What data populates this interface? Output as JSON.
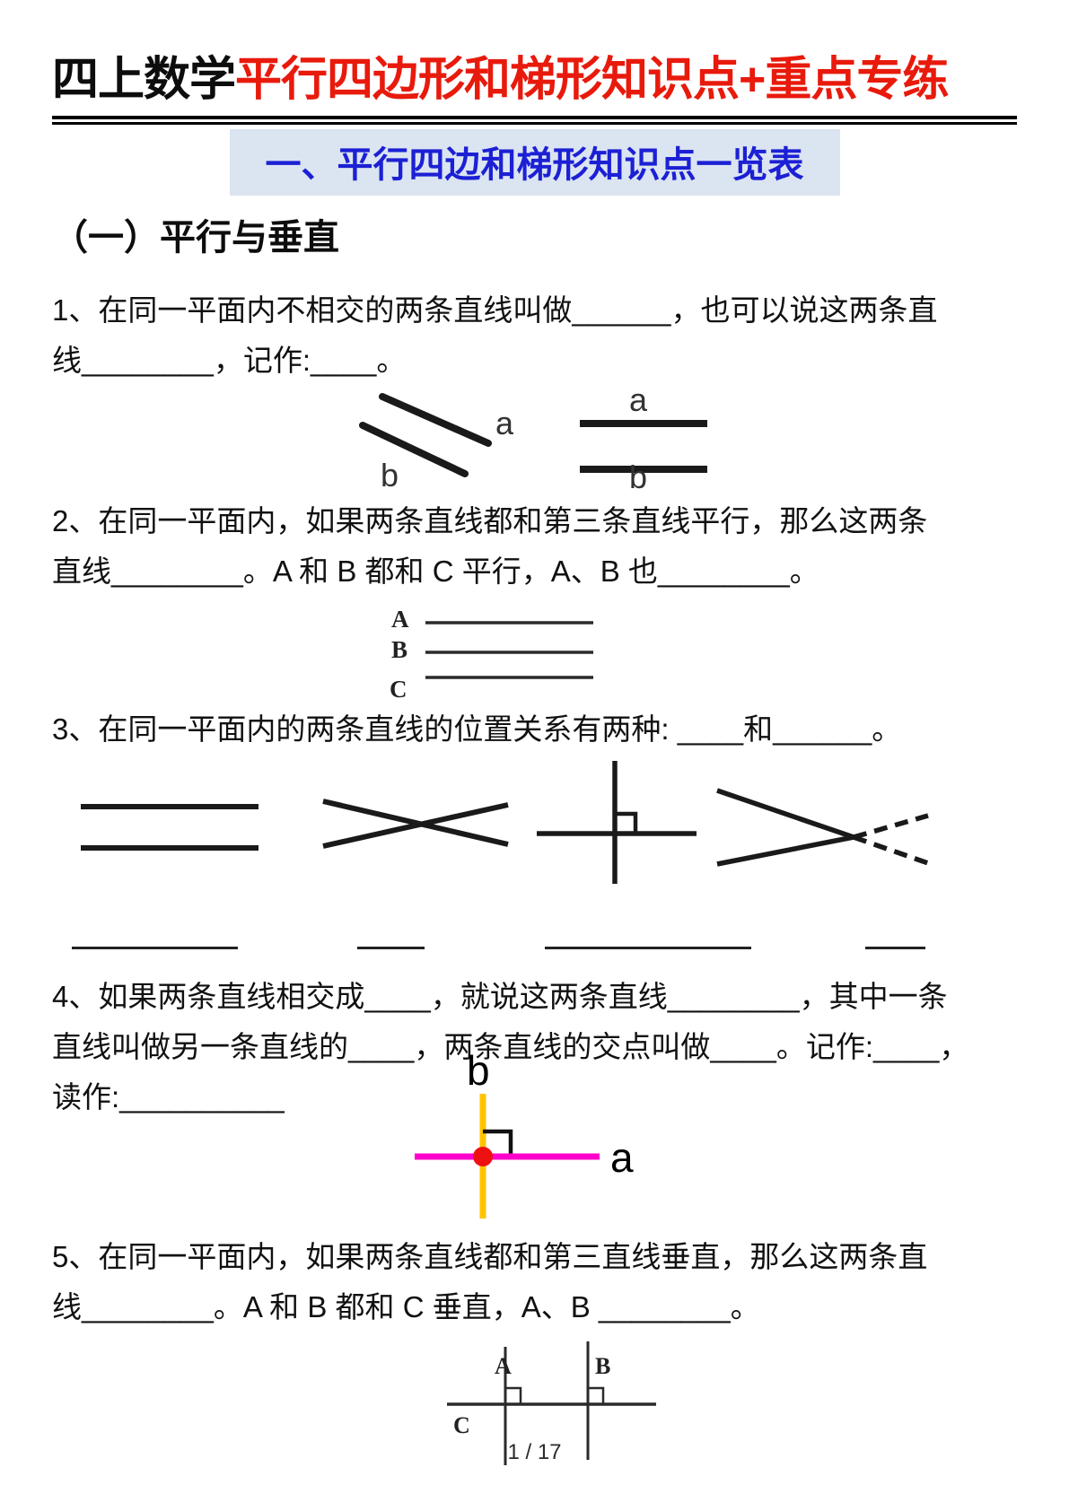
{
  "header": {
    "title_black": "四上数学",
    "title_red": "平行四边形和梯形知识点+重点专练",
    "subtitle": "一、平行四边和梯形知识点一览表",
    "section_heading": "（一）平行与垂直"
  },
  "questions": {
    "q1": {
      "line1": "1、在同一平面内不相交的两条直线叫做______，也可以说这两条直",
      "line2": "线________，记作:____。"
    },
    "q2": {
      "line1": "2、在同一平面内，如果两条直线都和第三条直线平行，那么这两条",
      "line2": "直线________。A 和 B 都和 C 平行，A、B 也________。"
    },
    "q3": {
      "line1": "3、在同一平面内的两条直线的位置关系有两种: ____和______。"
    },
    "q4": {
      "line1": "4、如果两条直线相交成____，就说这两条直线________，其中一条",
      "line2": "直线叫做另一条直线的____，两条直线的交点叫做____。记作:____，",
      "line3": "读作:__________"
    },
    "q5": {
      "line1": "5、在同一平面内，如果两条直线都和第三直线垂直，那么这两条直",
      "line2": "线________。A 和 B 都和 C 垂直，A、B ________。"
    }
  },
  "diagrams": {
    "parallel_slanted": {
      "label_a": "a",
      "label_b": "b"
    },
    "parallel_horizontal": {
      "label_a": "a",
      "label_b": "b"
    },
    "abc_parallel": {
      "label_a": "A",
      "label_b": "B",
      "label_c": "C"
    },
    "perpendicular_colored": {
      "label_a": "a",
      "label_b": "b"
    },
    "abc_perpendicular": {
      "label_a": "A",
      "label_b": "B",
      "label_c": "C"
    }
  },
  "colors": {
    "title_red": "#e81a0c",
    "subtitle_blue": "#1c20d4",
    "subtitle_bg": "#dbe4f1",
    "line_yellow": "#ffc400",
    "line_magenta": "#ff00cc",
    "dot_red": "#ee1111"
  },
  "footer": {
    "page_indicator": "1 / 17"
  }
}
